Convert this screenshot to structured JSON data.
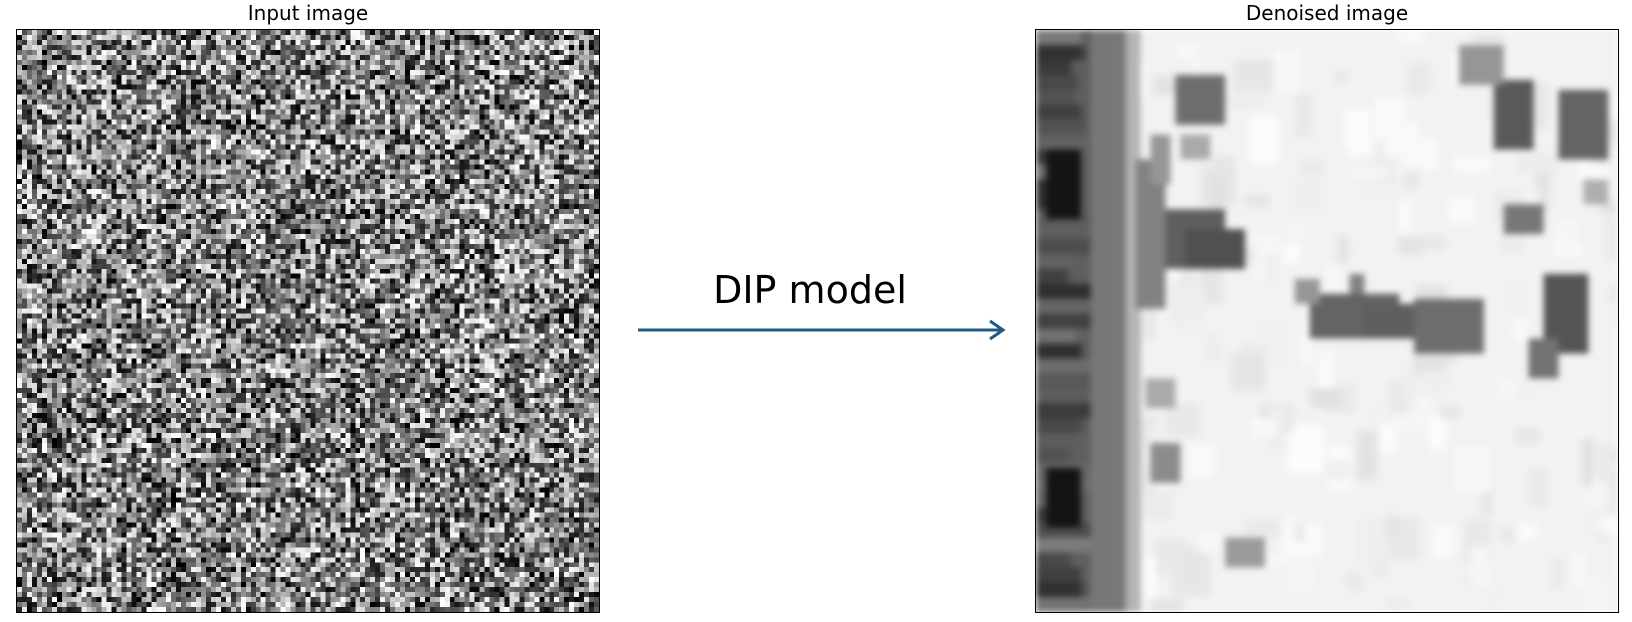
{
  "panels": {
    "input": {
      "title": "Input image"
    },
    "output": {
      "title": "Denoised image"
    }
  },
  "arrow": {
    "label": "DIP model",
    "color": "#1f5a85"
  }
}
